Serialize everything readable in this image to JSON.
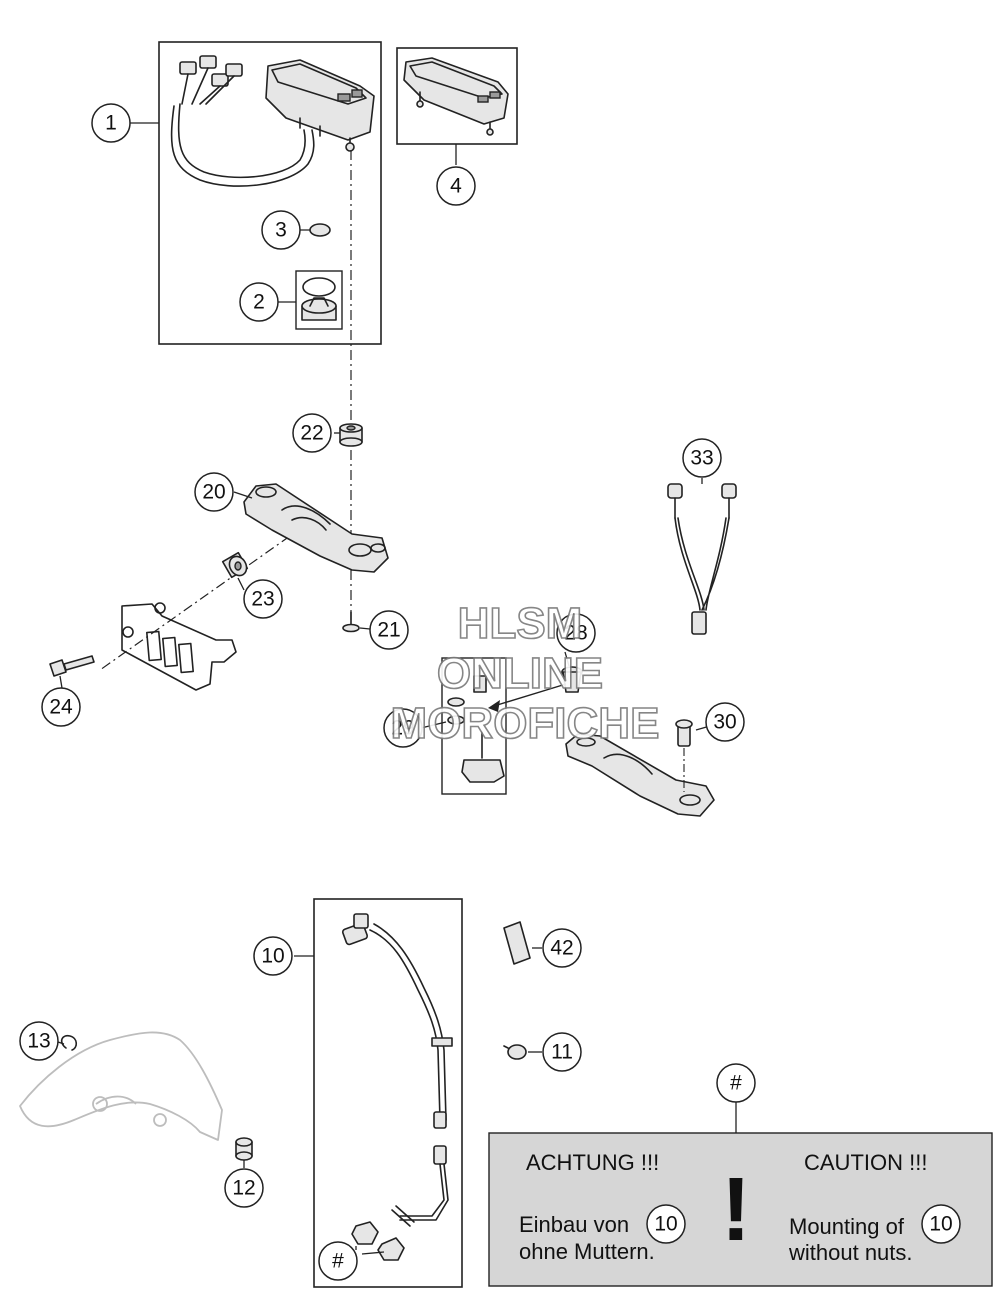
{
  "callouts": {
    "c1": "1",
    "c2": "2",
    "c3": "3",
    "c4": "4",
    "c10": "10",
    "c11": "11",
    "c12": "12",
    "c13": "13",
    "c20": "20",
    "c21": "21",
    "c22": "22",
    "c23": "23",
    "c24": "24",
    "c28": "28",
    "c29": "29",
    "c30": "30",
    "c33": "33",
    "c42": "42",
    "hash_top": "#",
    "hash_bottom": "#"
  },
  "watermark": {
    "line1": "HLSM",
    "line2": "ONLINE",
    "line3": "MOROFICHE"
  },
  "notice": {
    "left_heading": "ACHTUNG !!!",
    "left_line1": "Einbau von",
    "left_line2": "ohne Muttern.",
    "left_ref": "10",
    "right_heading": "CAUTION !!!",
    "right_line1": "Mounting of",
    "right_line2": "without nuts.",
    "right_ref": "10",
    "symbol": "!"
  },
  "colors": {
    "notice_background": "#d6d6d6",
    "line": "#222222",
    "part_fill": "#e6e6e6"
  }
}
